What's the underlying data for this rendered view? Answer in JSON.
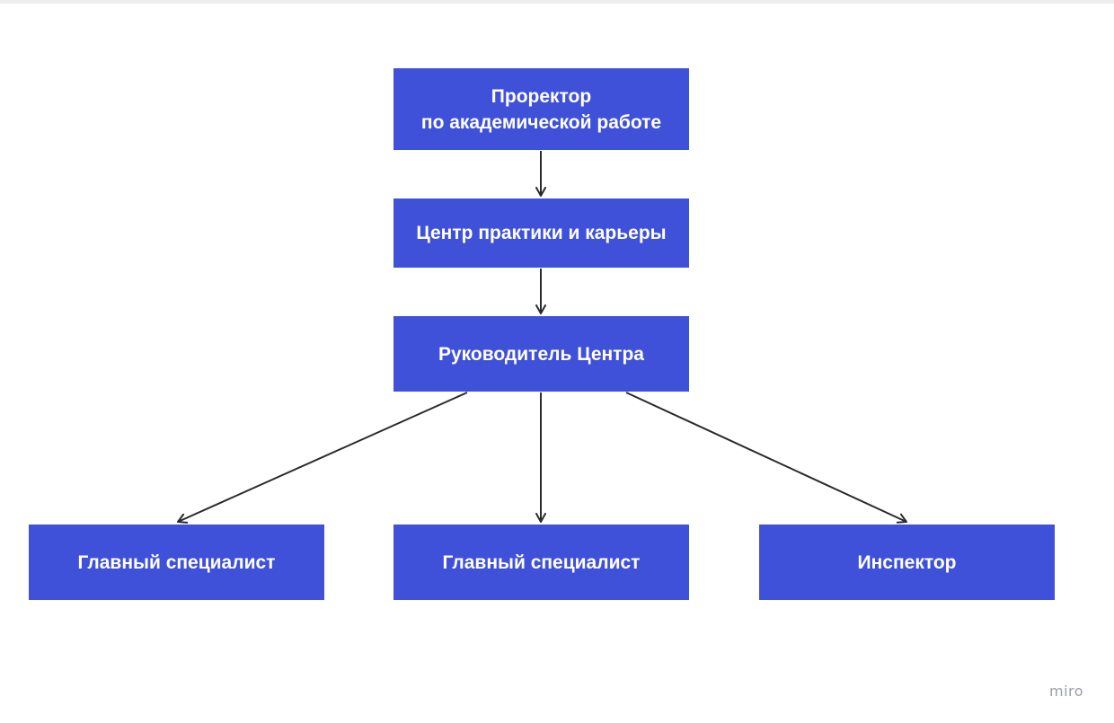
{
  "diagram": {
    "nodes": {
      "prorector": {
        "lines": [
          "Проректор",
          "по академической работе"
        ]
      },
      "center": {
        "label": "Центр практики и карьеры"
      },
      "head": {
        "label": "Руководитель Центра"
      },
      "specialist_1": {
        "label": "Главный специалист"
      },
      "specialist_2": {
        "label": "Главный специалист"
      },
      "inspector": {
        "label": "Инспектор"
      }
    },
    "edges": [
      {
        "from": "prorector",
        "to": "center"
      },
      {
        "from": "center",
        "to": "head"
      },
      {
        "from": "head",
        "to": "specialist_1"
      },
      {
        "from": "head",
        "to": "specialist_2"
      },
      {
        "from": "head",
        "to": "inspector"
      }
    ]
  },
  "colors": {
    "node_fill": "#3f51d8",
    "node_text": "#ffffff",
    "edge": "#2b2b2b",
    "watermark": "#9aa0a6"
  },
  "watermark": {
    "text": "miro"
  }
}
